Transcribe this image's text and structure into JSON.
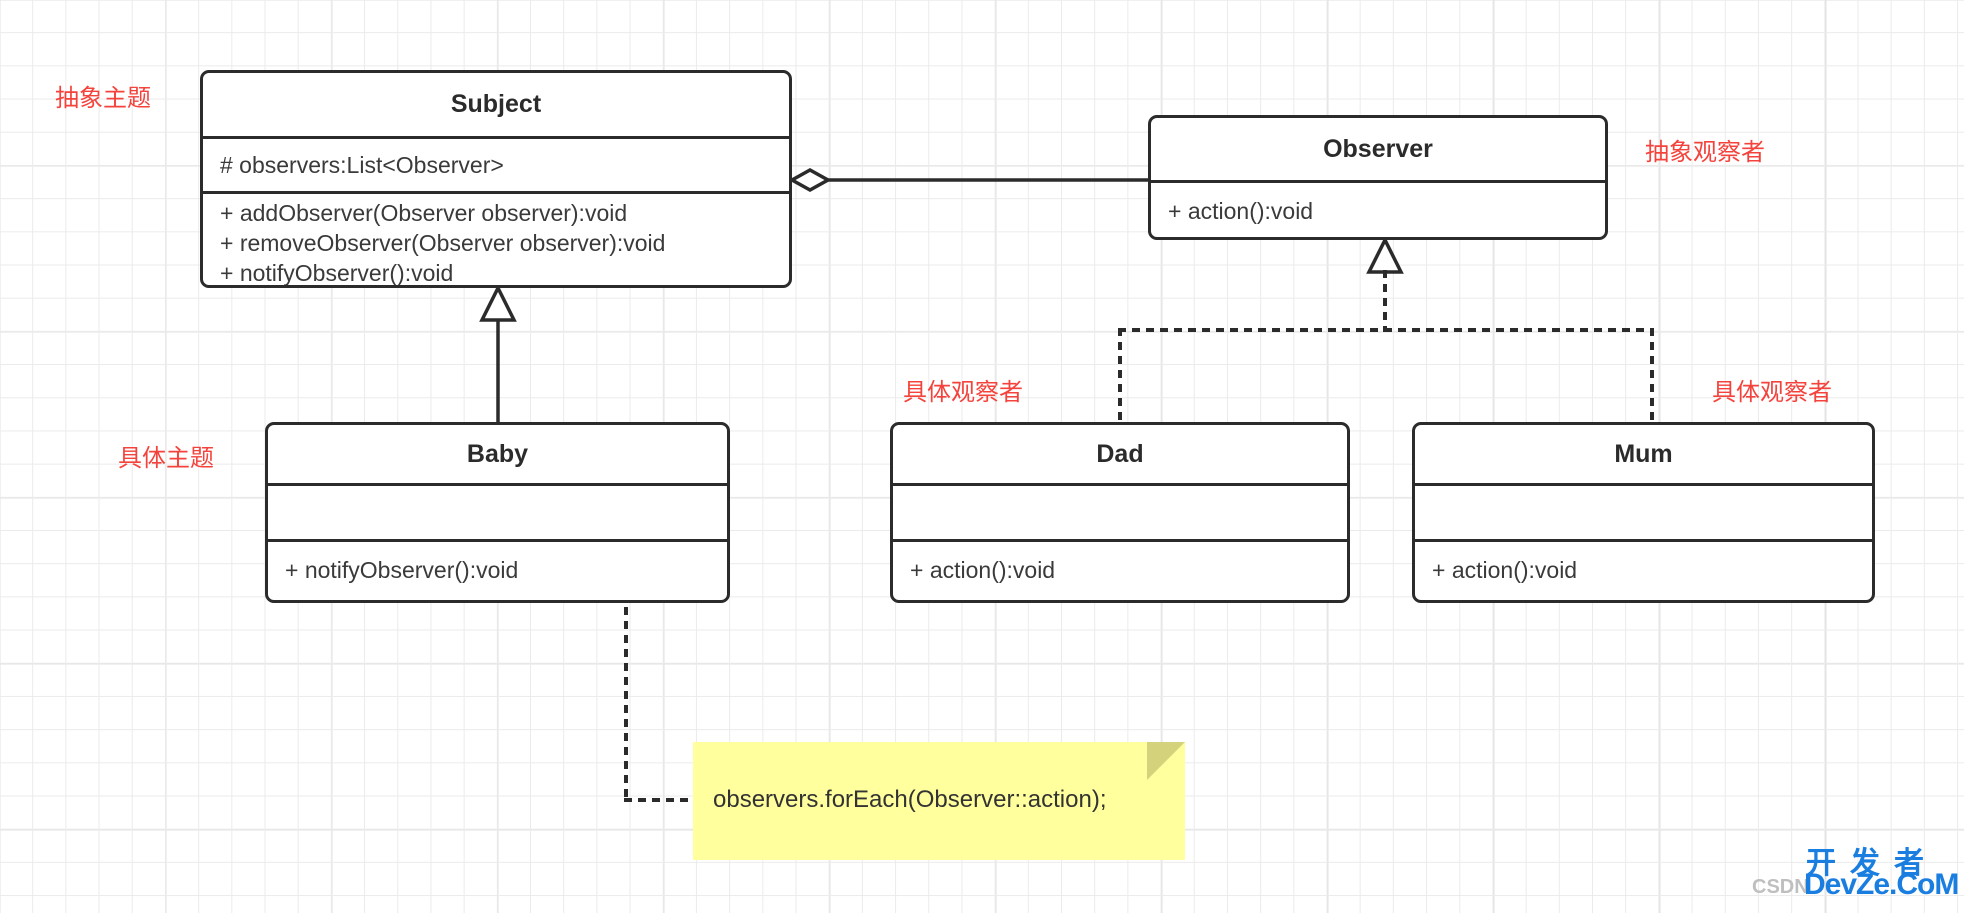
{
  "diagram": {
    "title": "Observer Pattern Class Diagram",
    "background_grid_color": "#ebebeb",
    "stroke_color": "#2b2b2b",
    "annotation_color": "#f4433c",
    "note_color": "#ffff9e"
  },
  "classes": {
    "subject": {
      "name": "Subject",
      "attributes": [
        "# observers:List<Observer>"
      ],
      "methods": [
        "+ addObserver(Observer observer):void",
        "+ removeObserver(Observer observer):void",
        "+ notifyObserver():void"
      ],
      "annotation": "抽象主题"
    },
    "observer": {
      "name": "Observer",
      "attributes": [],
      "methods": [
        "+ action():void"
      ],
      "annotation": "抽象观察者"
    },
    "baby": {
      "name": "Baby",
      "attributes": [],
      "methods": [
        "+ notifyObserver():void"
      ],
      "annotation": "具体主题"
    },
    "dad": {
      "name": "Dad",
      "attributes": [],
      "methods": [
        "+ action():void"
      ],
      "annotation": "具体观察者"
    },
    "mum": {
      "name": "Mum",
      "attributes": [],
      "methods": [
        "+ action():void"
      ],
      "annotation": "具体观察者"
    }
  },
  "note": {
    "text": "observers.forEach(Observer::action);"
  },
  "relationships": [
    {
      "type": "aggregation",
      "from": "subject",
      "to": "observer",
      "marker": "hollow-diamond"
    },
    {
      "type": "generalization",
      "from": "baby",
      "to": "subject",
      "marker": "hollow-triangle",
      "line": "solid"
    },
    {
      "type": "realization",
      "from": "dad",
      "to": "observer",
      "marker": "hollow-triangle",
      "line": "dotted"
    },
    {
      "type": "realization",
      "from": "mum",
      "to": "observer",
      "marker": "hollow-triangle",
      "line": "dotted"
    },
    {
      "type": "note-anchor",
      "from": "baby",
      "to": "note",
      "marker": "circle",
      "line": "dotted"
    }
  ],
  "watermark": {
    "cn": "开发者",
    "csdn": "CSDN",
    "site": "DevZe.CoM"
  }
}
